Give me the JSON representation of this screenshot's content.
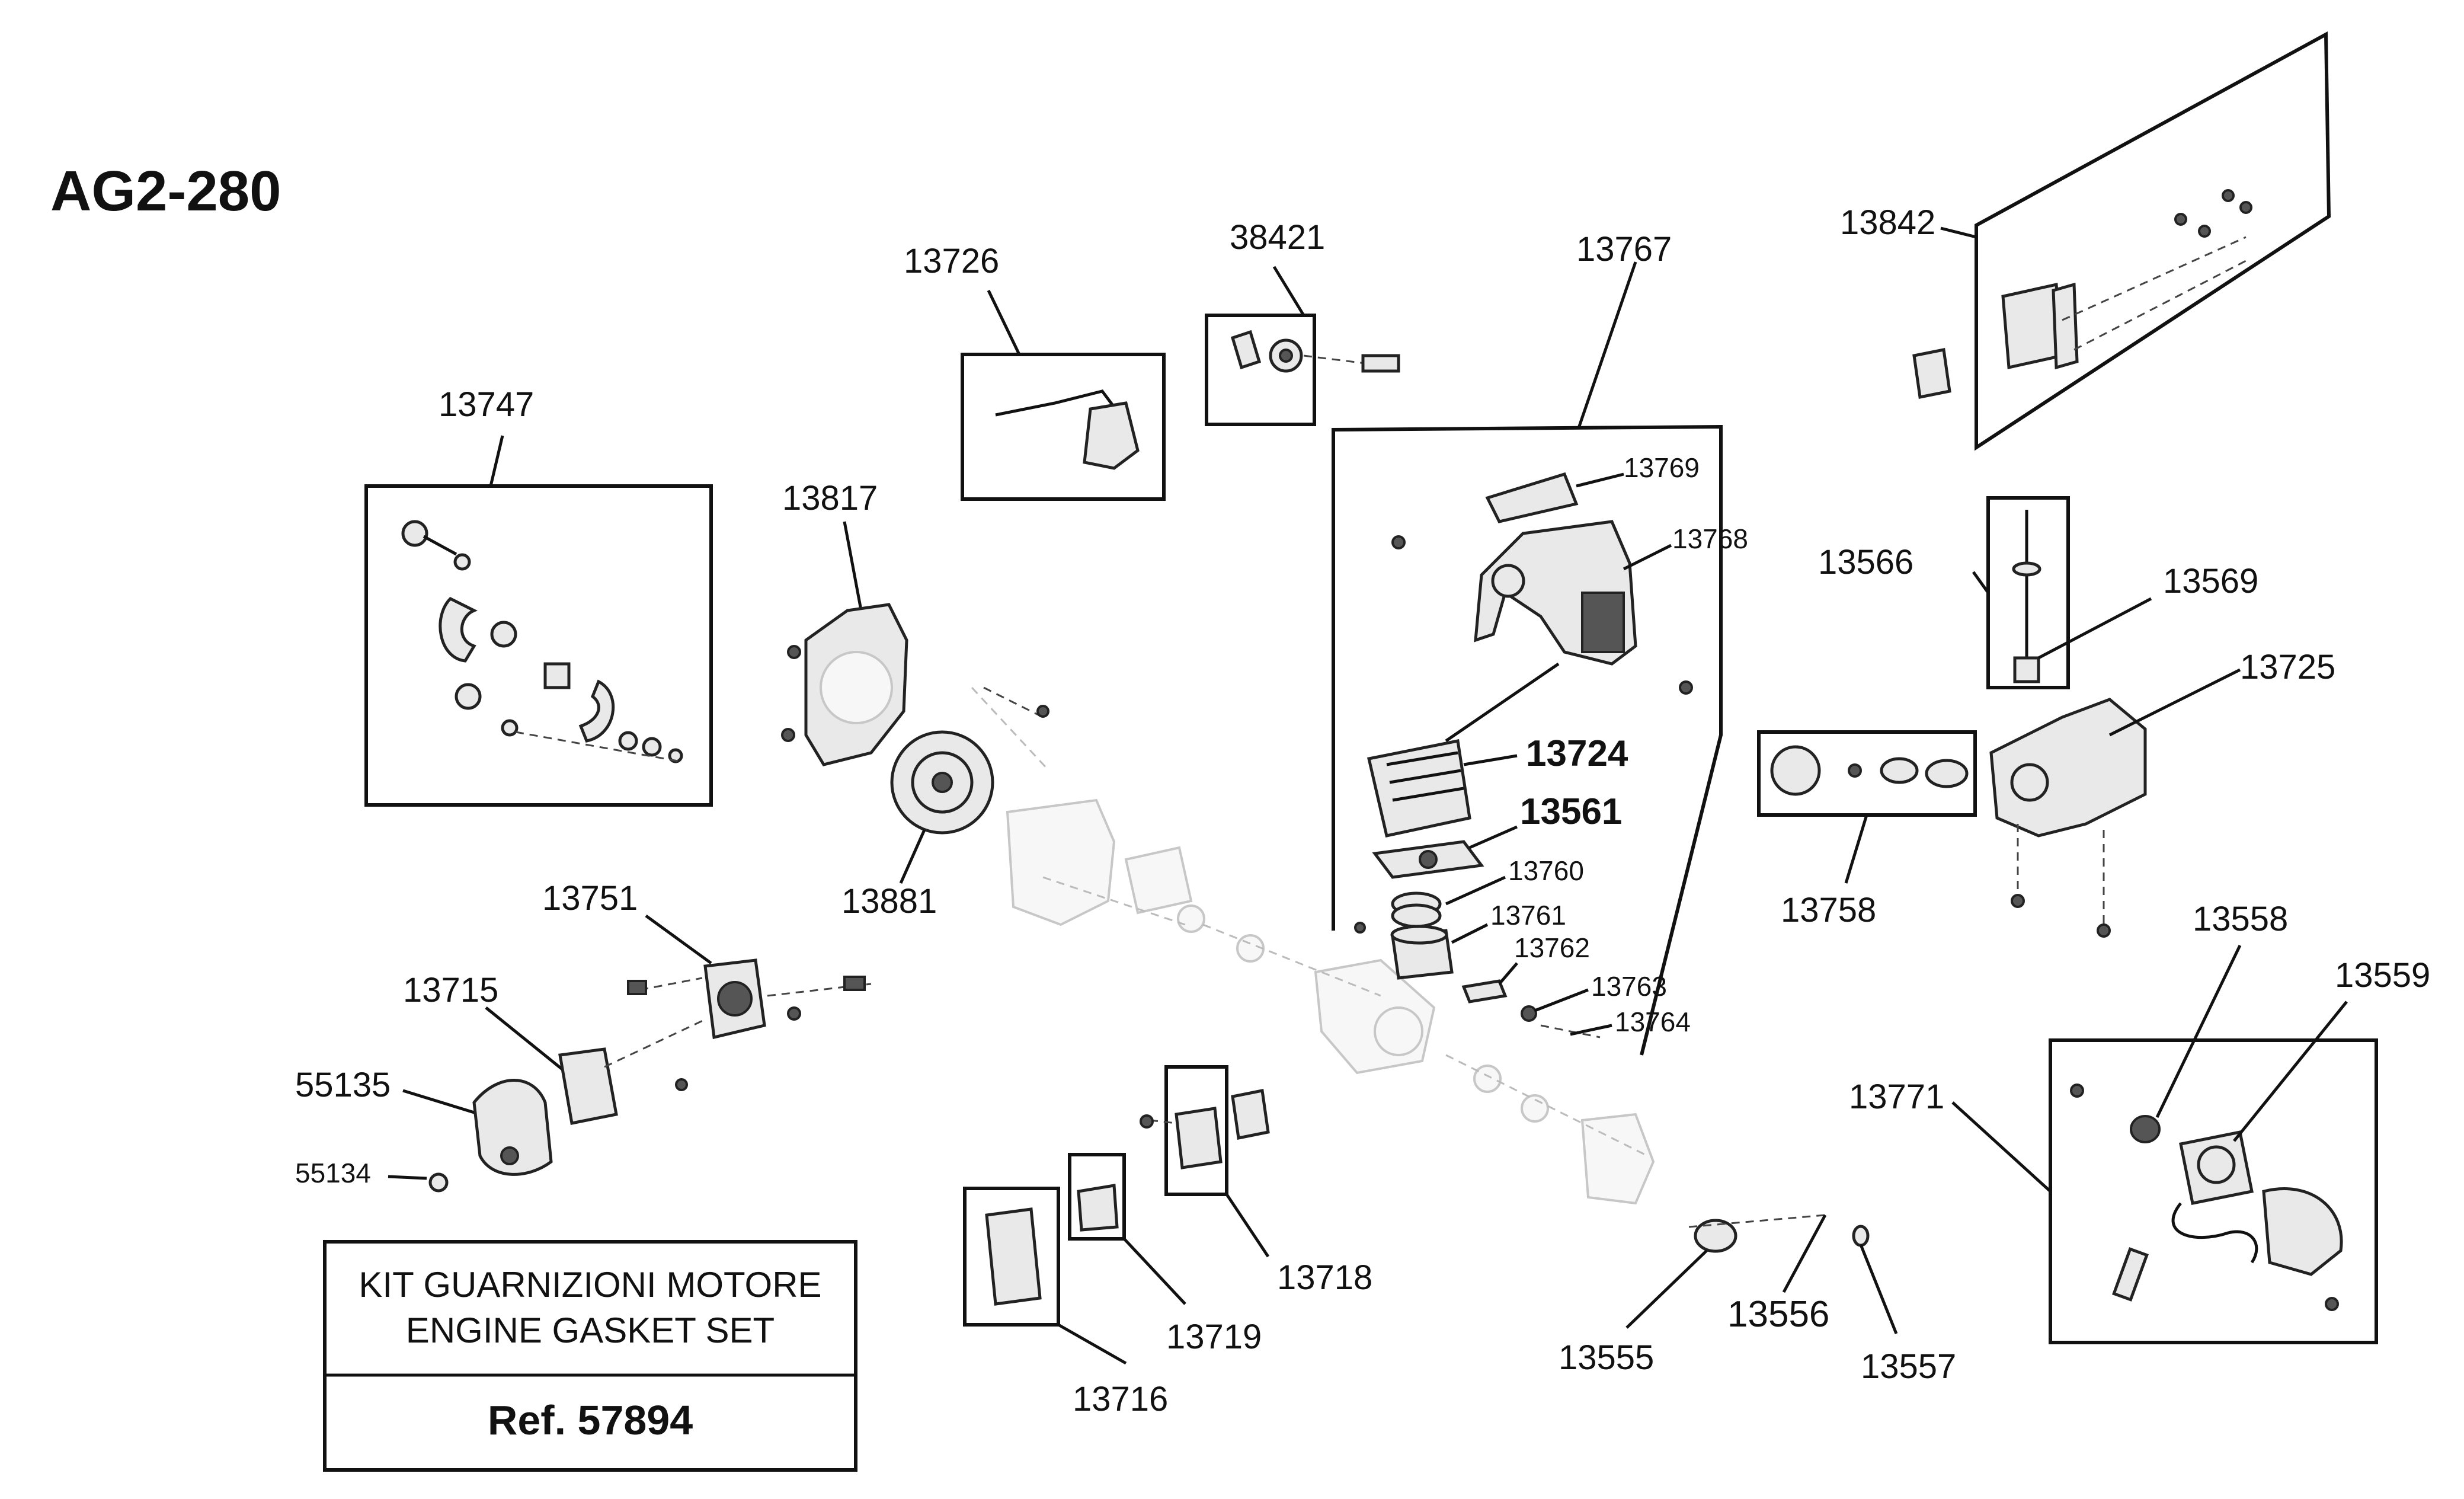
{
  "model": "AG2-280",
  "kit": {
    "line1": "KIT GUARNIZIONI MOTORE",
    "line2": "ENGINE GASKET SET",
    "ref": "Ref. 57894"
  },
  "parts": {
    "p13747": "13747",
    "p13726": "13726",
    "p38421": "38421",
    "p13767": "13767",
    "p13842": "13842",
    "p13817": "13817",
    "p13769": "13769",
    "p13768": "13768",
    "p13566": "13566",
    "p13569": "13569",
    "p13725": "13725",
    "p13724": "13724",
    "p13561": "13561",
    "p13760": "13760",
    "p13761": "13761",
    "p13762": "13762",
    "p13763": "13763",
    "p13764": "13764",
    "p13758": "13758",
    "p13881": "13881",
    "p13751": "13751",
    "p13715": "13715",
    "p55135": "55135",
    "p55134": "55134",
    "p13558": "13558",
    "p13559": "13559",
    "p13771": "13771",
    "p13718": "13718",
    "p13719": "13719",
    "p13716": "13716",
    "p13555": "13555",
    "p13556": "13556",
    "p13557": "13557"
  }
}
